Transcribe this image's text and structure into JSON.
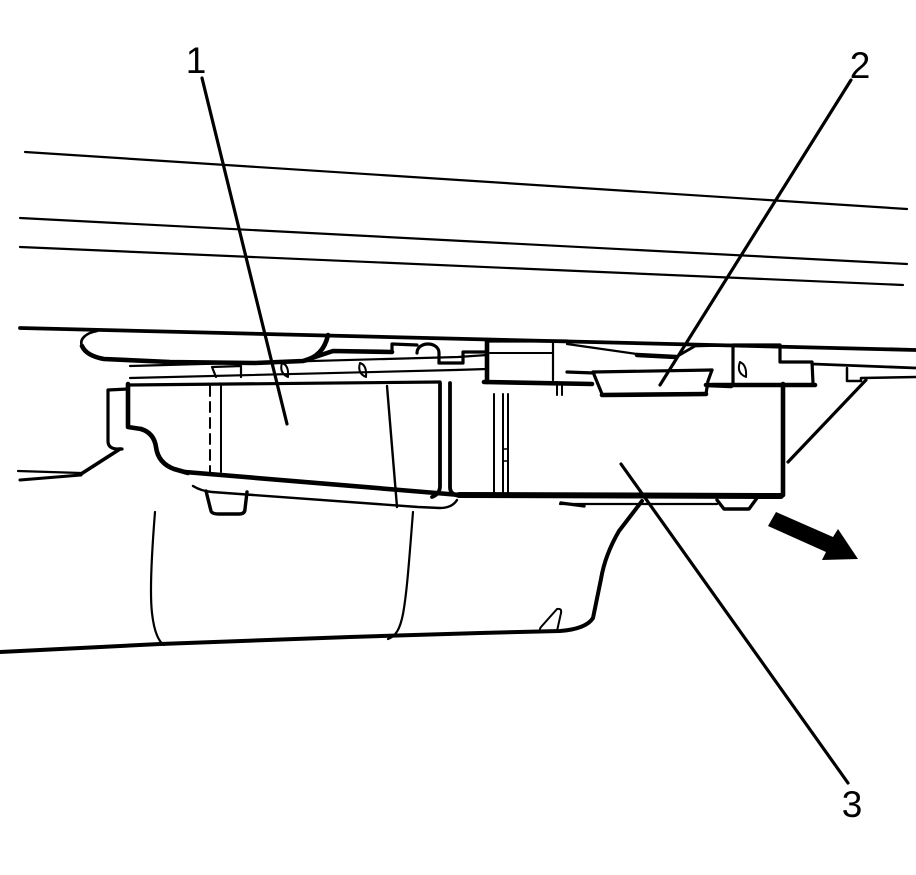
{
  "figure": {
    "type": "technical-line-illustration",
    "background_color": "#ffffff",
    "stroke_color": "#000000"
  },
  "callouts": [
    {
      "label": "1"
    },
    {
      "label": "2"
    },
    {
      "label": "3"
    }
  ],
  "arrow": {
    "direction": "down-right",
    "style": "solid-black"
  }
}
